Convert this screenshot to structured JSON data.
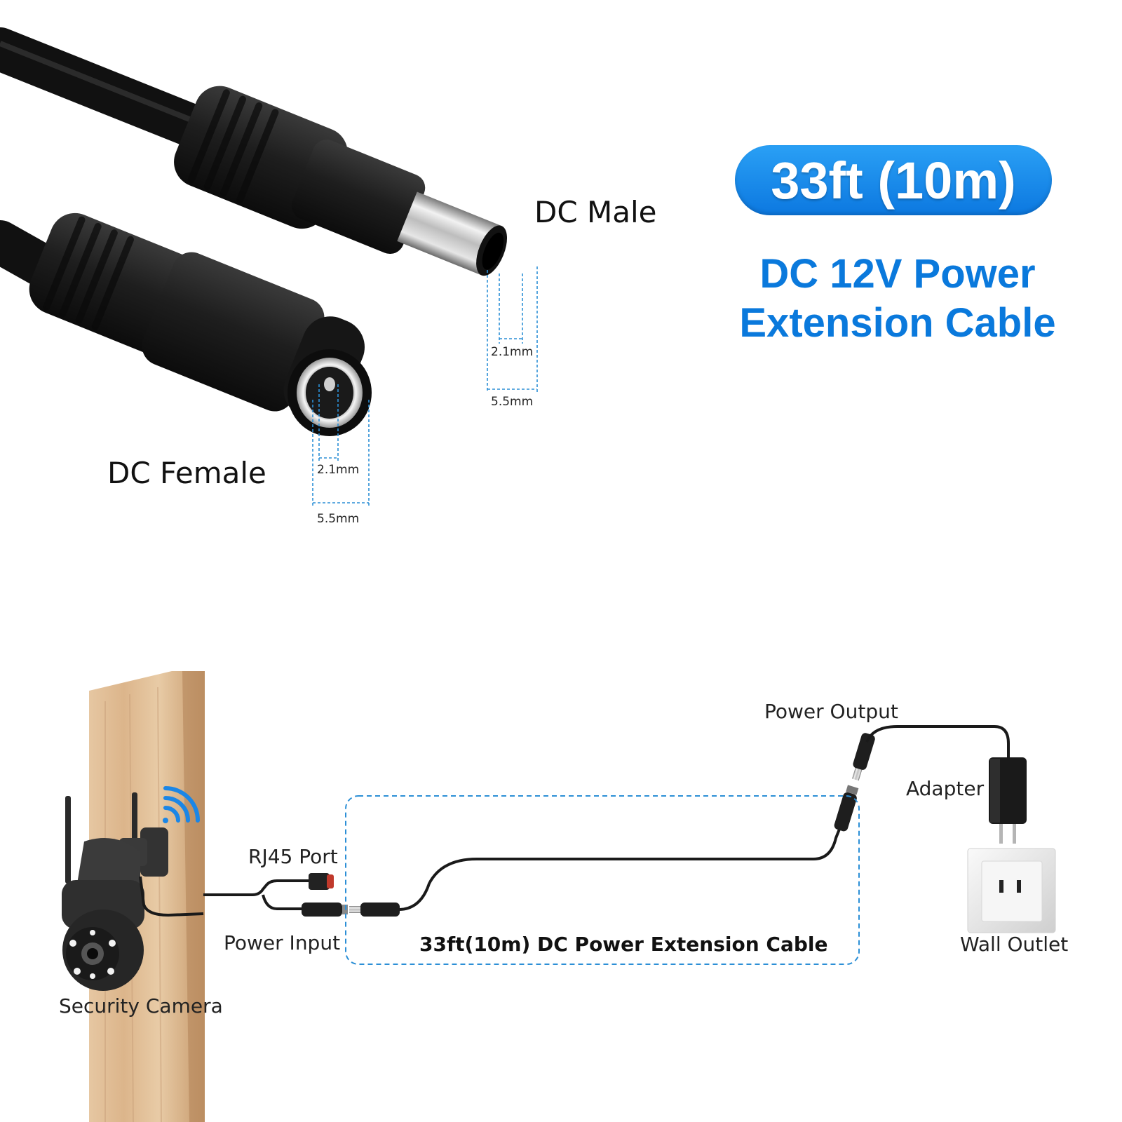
{
  "header": {
    "length_badge": "33ft (10m)",
    "title_line1": "DC 12V Power",
    "title_line2": "Extension Cable"
  },
  "connectors": {
    "male_label": "DC Male",
    "female_label": "DC Female",
    "male_inner_dim": "2.1mm",
    "male_outer_dim": "5.5mm",
    "female_inner_dim": "2.1mm",
    "female_outer_dim": "5.5mm"
  },
  "diagram": {
    "power_output": "Power Output",
    "adapter": "Adapter",
    "rj45_port": "RJ45 Port",
    "power_input": "Power Input",
    "cable_label": "33ft(10m) DC Power Extension Cable",
    "wall_outlet": "Wall Outlet",
    "security_camera": "Security Camera"
  },
  "colors": {
    "accent_blue": "#0a79dc",
    "badge_blue": "#1a8cec",
    "cable_black": "#1a1a1a",
    "dashed_blue": "#2c8fd6"
  }
}
